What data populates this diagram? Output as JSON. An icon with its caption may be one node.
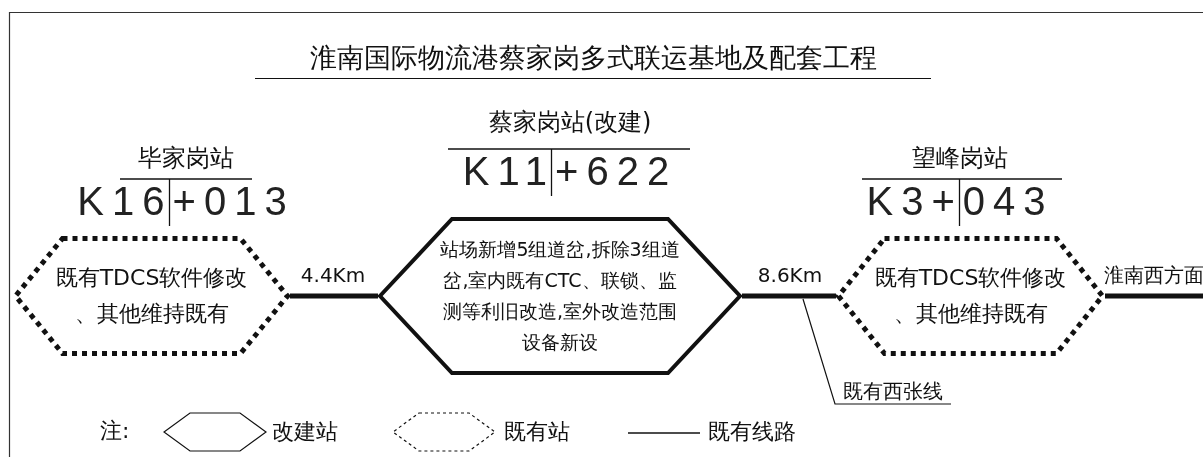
{
  "diagram": {
    "title": "淮南国际物流港蔡家岗多式联运基地及配套工程",
    "nodes": [
      {
        "text": [
          "既有TDCS软件修改、其他维持既有"
        ],
        "beside": [
          "毕家岗站",
          "K16+013"
        ]
      },
      {
        "text": [
          "站场新增5组道岔,拆除3组道岔,室内既有CTC、联锁、监测等利旧改造,室外改造范围设备新设"
        ],
        "beside": [
          "蔡家岗站(改建)",
          "K11+622"
        ]
      },
      {
        "text": [
          "既有TDCS软件修改、其他维持既有"
        ],
        "beside": [
          "望峰岗站",
          "K3+043"
        ]
      },
      {
        "text": [
          "既有西张线"
        ]
      }
    ],
    "edges": [
      {
        "from": 0,
        "to": 1,
        "arrow": "none",
        "label": "4.4Km"
      },
      {
        "from": 1,
        "to": 2,
        "arrow": "none",
        "label": "8.6Km"
      },
      {
        "from": 2,
        "to": null,
        "arrow": "none",
        "label": "淮南西方面"
      },
      {
        "from": 3,
        "to": null,
        "arrow": "none"
      }
    ],
    "labels": [
      "注:"
    ],
    "legend": [
      {
        "text": "改建站"
      },
      {
        "text": "既有站"
      },
      {
        "text": "既有线路"
      }
    ]
  }
}
